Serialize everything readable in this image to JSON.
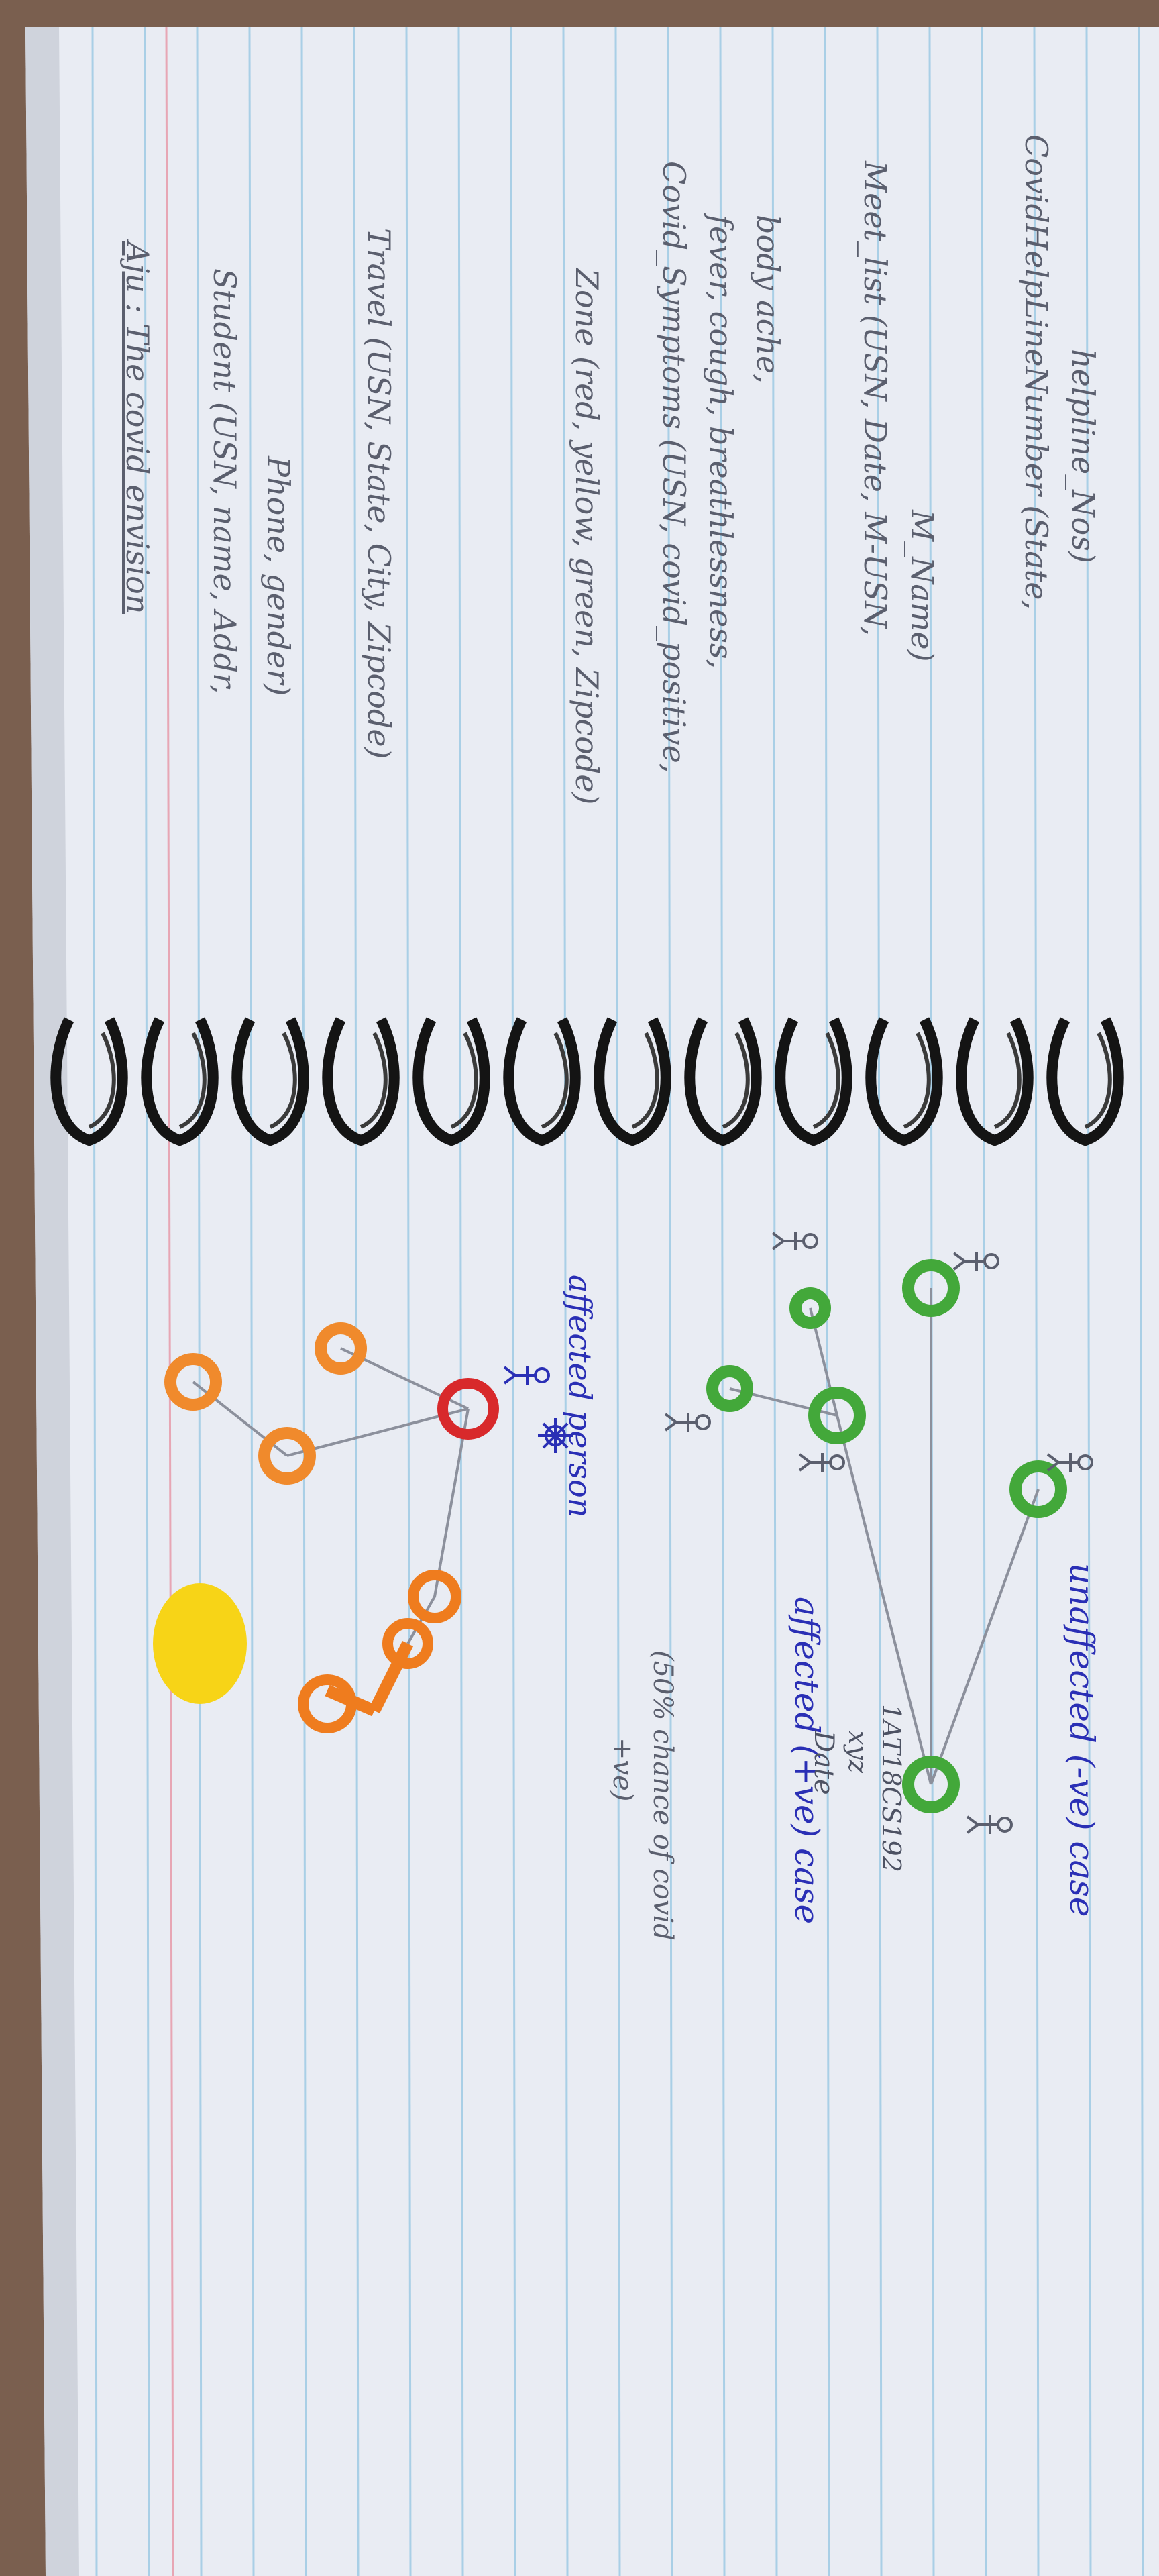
{
  "left_page": {
    "title": "Aju : The covid envision",
    "lines": [
      "Student (USN, name, Addr,",
      "Phone, gender)",
      "Travel (USN, State, City, Zipcode)",
      "Zone (red, yellow, green, Zipcode)",
      "Covid_Symptoms (USN, covid_positive,",
      "fever, cough, breathlessness,",
      "body ache,",
      "Meet_list (USN, Date, M-USN,",
      "M_Name)",
      "CovidHelpLineNumber (State,",
      "helpline_Nos)"
    ]
  },
  "right_page": {
    "heading_unaffected": "unaffected (-ve) case",
    "heading_affected": "affected (+ve) case",
    "chance_note_1": "(50% chance of covid",
    "chance_note_2": "+ve)",
    "usn_label": "1AT18CS192",
    "xyz_label": "xyz",
    "date_label": "Date",
    "affected_person_label": "affected person"
  },
  "colors": {
    "page": "#e9ecf3",
    "rule_line": "#a9cfe6",
    "margin_line": "#e7a6b4",
    "spiral": "#141414",
    "unaffected_node": "#43a83a",
    "affected_node": "#d8292b",
    "exposed_node": "#f08a2c",
    "chance_node": "#ef7c1e",
    "yellow_dot": "#f7d417",
    "pencil": "#2f9e4a"
  },
  "icons": [
    "person-icon",
    "virus-icon",
    "spiral-binding-icon",
    "pencil-icon"
  ]
}
